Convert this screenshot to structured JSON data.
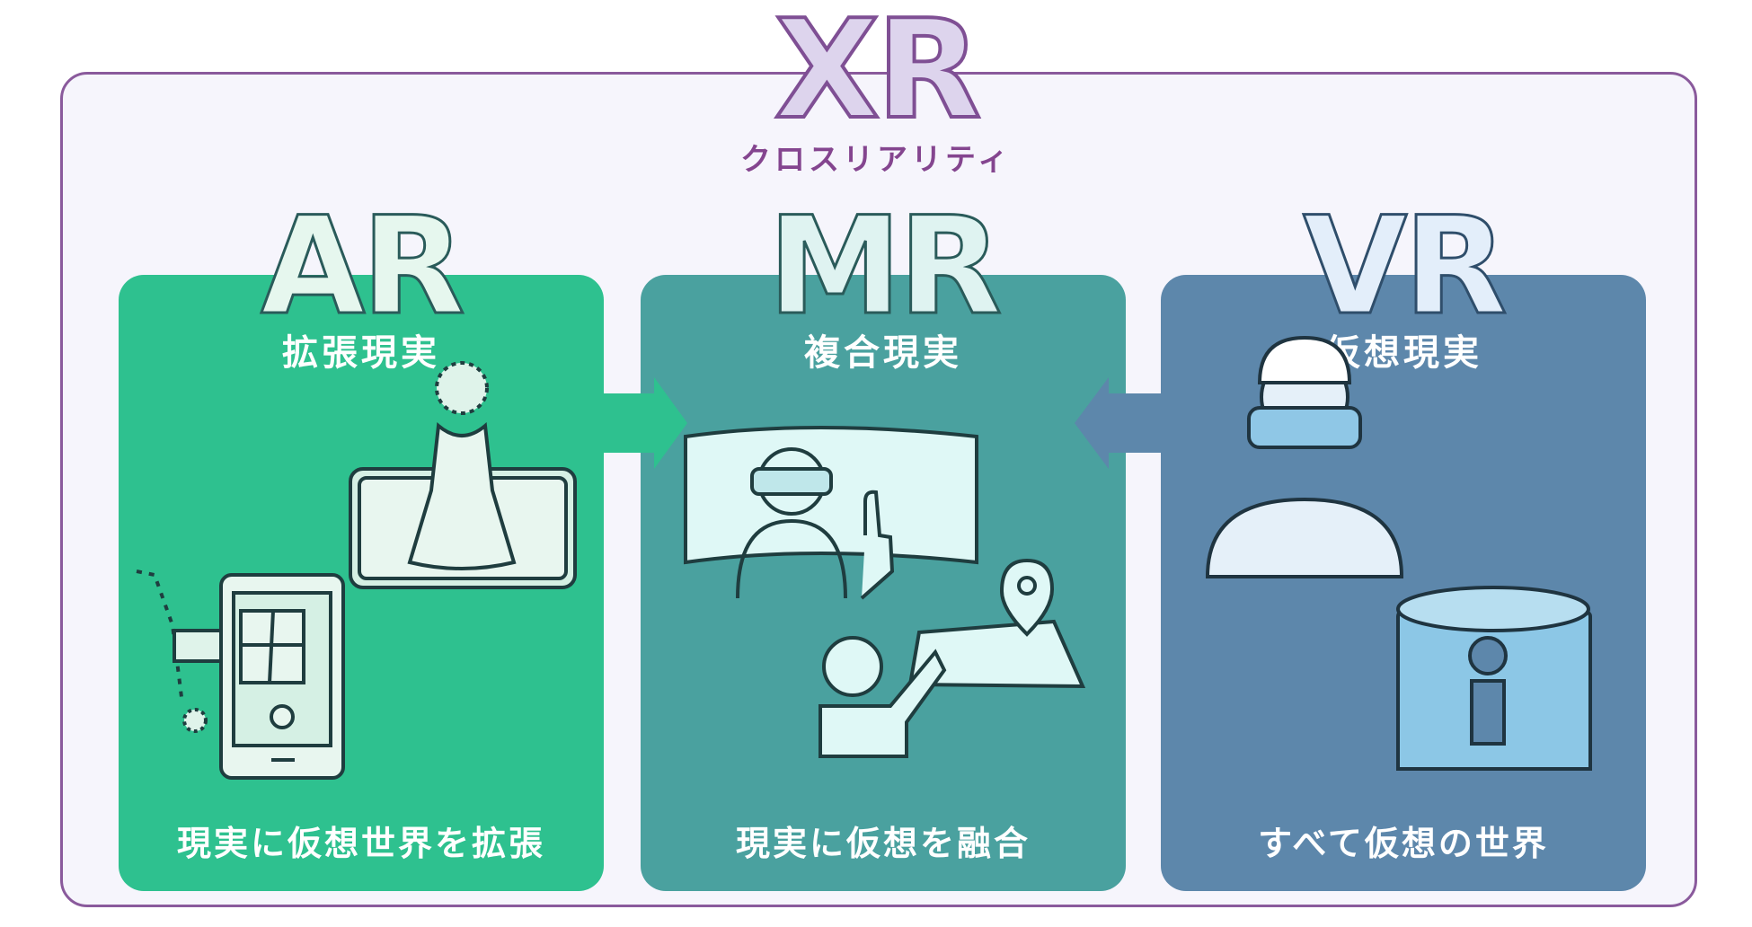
{
  "title": "XR",
  "subtitle": "クロスリアリティ",
  "panels": {
    "ar": {
      "label": "AR",
      "title": "拡張現実",
      "caption": "現実に仮想世界を拡張",
      "color": "#2ec18f"
    },
    "mr": {
      "label": "MR",
      "title": "複合現実",
      "caption": "現実に仮想を融合",
      "color": "#4aa19f"
    },
    "vr": {
      "label": "VR",
      "title": "仮想現実",
      "caption": "すべて仮想の世界",
      "color": "#5d87ab"
    }
  },
  "icons": [
    "shopping-cart-icon",
    "smartphone-icon",
    "dress-icon",
    "vr-headset-user-icon",
    "map-pin-icon",
    "vr-helmet-worker-icon",
    "cylinder-room-icon"
  ]
}
